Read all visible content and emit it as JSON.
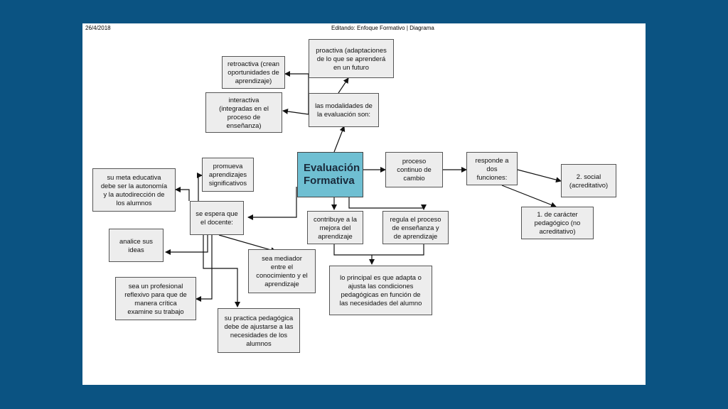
{
  "header": {
    "date": "26/4/2018",
    "title": "Editando: Enfoque Formativo | Diagrama"
  },
  "nodes": {
    "main": "Evaluación\nFormativa",
    "modalidades": "las modalidades de\nla evaluación son:",
    "proactiva": "proactiva (adaptaciones\nde lo que se aprenderá\nen un futuro",
    "retroactiva": "retroactiva (crean\noportunidades de\naprendizaje)",
    "interactiva": "interactiva\n(integradas en el\nproceso de\nenseñanza)",
    "proceso": "proceso\ncontinuo de\ncambio",
    "responde": "responde a\ndos\nfunciones:",
    "social": "2. social\n(acreditativo)",
    "pedagogico": "1. de carácter\npedagógico (no\nacreditativo)",
    "contribuye": "contribuye a la\nmejora del\naprendizaje",
    "regula": "regula el proceso\nde enseñanza y\nde aprendizaje",
    "principal": "lo principal es que adapta o\najusta las condiciones\npedagógicas en función de\nlas necesidades del alumno",
    "espera": "se espera que\nel docente:",
    "promueva": "promueva\naprendizajes\nsignificativos",
    "meta": "su meta educativa\ndebe ser la autonomía\ny la autodirección de\nlos alumnos",
    "analice": "analice sus\nideas",
    "mediador": "sea mediador\nentre el\nconocimiento y el\naprendizaje",
    "reflexivo": "sea un profesional\nreflexivo para que de\nmanera crítica\nexamine su trabajo",
    "practica": "su practica pedagógica\ndebe de ajustarse a las\nnecesidades de los\nalumnos"
  }
}
